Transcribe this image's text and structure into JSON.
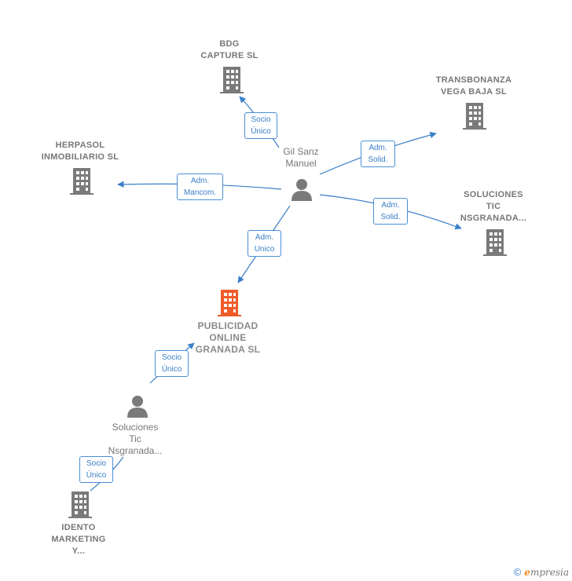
{
  "nodes": {
    "bdg": {
      "label": "BDG\nCAPTURE  SL",
      "kind": "company"
    },
    "transbonanza": {
      "label": "TRANSBONANZA\nVEGA BAJA  SL",
      "kind": "company"
    },
    "herpasol": {
      "label": "HERPASOL\nINMOBILIARIO SL",
      "kind": "company"
    },
    "gil": {
      "label": "Gil Sanz\nManuel",
      "kind": "person"
    },
    "soluciones_company": {
      "label": "SOLUCIONES\nTIC\nNSGRANADA...",
      "kind": "company"
    },
    "publicidad": {
      "label": "PUBLICIDAD\nONLINE\nGRANADA  SL",
      "kind": "focus-company"
    },
    "soluciones_person": {
      "label": "Soluciones\nTic\nNsgranada...",
      "kind": "person"
    },
    "idento": {
      "label": "IDENTO\nMARKETING\nY...",
      "kind": "company"
    }
  },
  "relations": {
    "gil_bdg": "Socio\nÚnico",
    "gil_trans": "Adm.\nSolid.",
    "gil_herp": "Adm.\nMancom.",
    "gil_sol": "Adm.\nSolid.",
    "gil_pub": "Adm.\nUnico",
    "solp_pub": "Socio\nÚnico",
    "solp_idento": "Socio\nÚnico"
  },
  "colors": {
    "company": "#7a7a7a",
    "focus_company": "#f05a28",
    "person": "#7a7a7a",
    "edge": "#3a7fc8"
  },
  "footer": {
    "copyright": "©",
    "brand_e": "e",
    "brand_rest": "mpresia"
  }
}
